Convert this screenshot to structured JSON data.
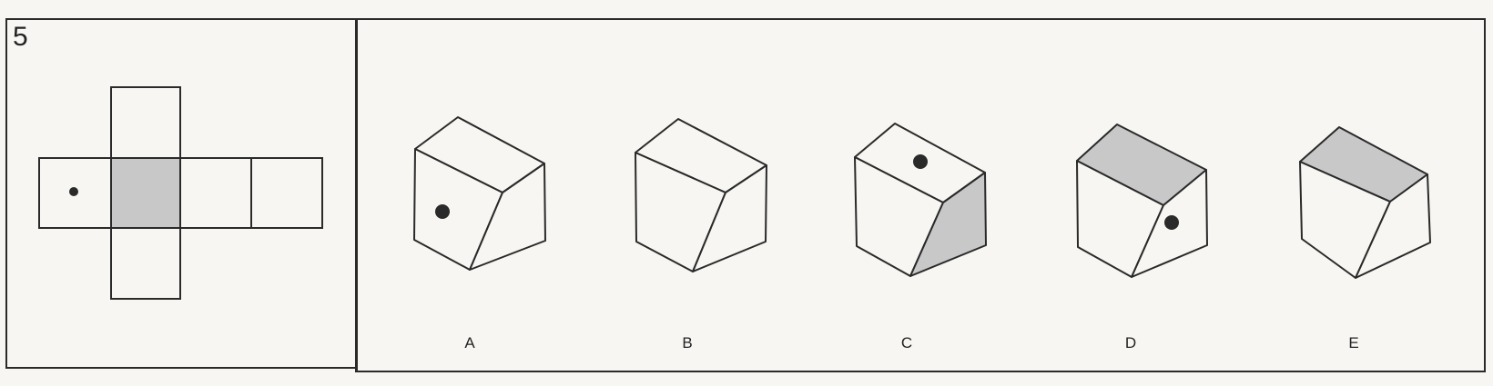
{
  "question": {
    "number": "5"
  },
  "options": [
    {
      "label": "A"
    },
    {
      "label": "B"
    },
    {
      "label": "C"
    },
    {
      "label": "D"
    },
    {
      "label": "E"
    }
  ],
  "colors": {
    "ink": "#2a2a2a",
    "shade": "#c8c8c8",
    "paper": "#f7f6f3"
  }
}
